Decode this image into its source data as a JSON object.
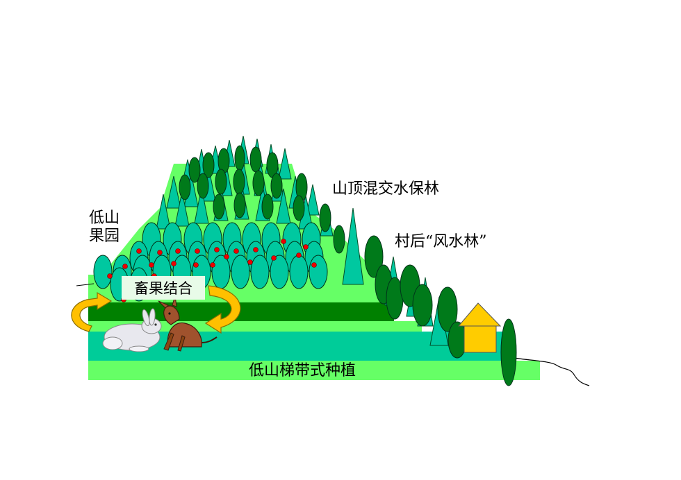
{
  "labels": {
    "summit_forest": "山顶混交水保林",
    "village_forest": "村后“风水林”",
    "orchard_line1": "低山",
    "orchard_line2": "果园",
    "livestock_fruit": "畜果结合",
    "terrace_planting": "低山梯带式种植"
  },
  "icons": [
    "conifer-tree-icon",
    "broadleaf-tree-icon",
    "fruit-tree-icon",
    "rabbit-icon",
    "donkey-icon",
    "house-icon",
    "cycle-arrow-icon"
  ],
  "colors": {
    "light_green": "#66ff66",
    "mid_green": "#00cc99",
    "dark_green": "#008000",
    "tree_teal": "#00c8a0",
    "tree_dark": "#007a1a",
    "fruit_red": "#ee0000",
    "arrow_gold": "#ffc000",
    "house_yellow": "#ffcc00"
  }
}
